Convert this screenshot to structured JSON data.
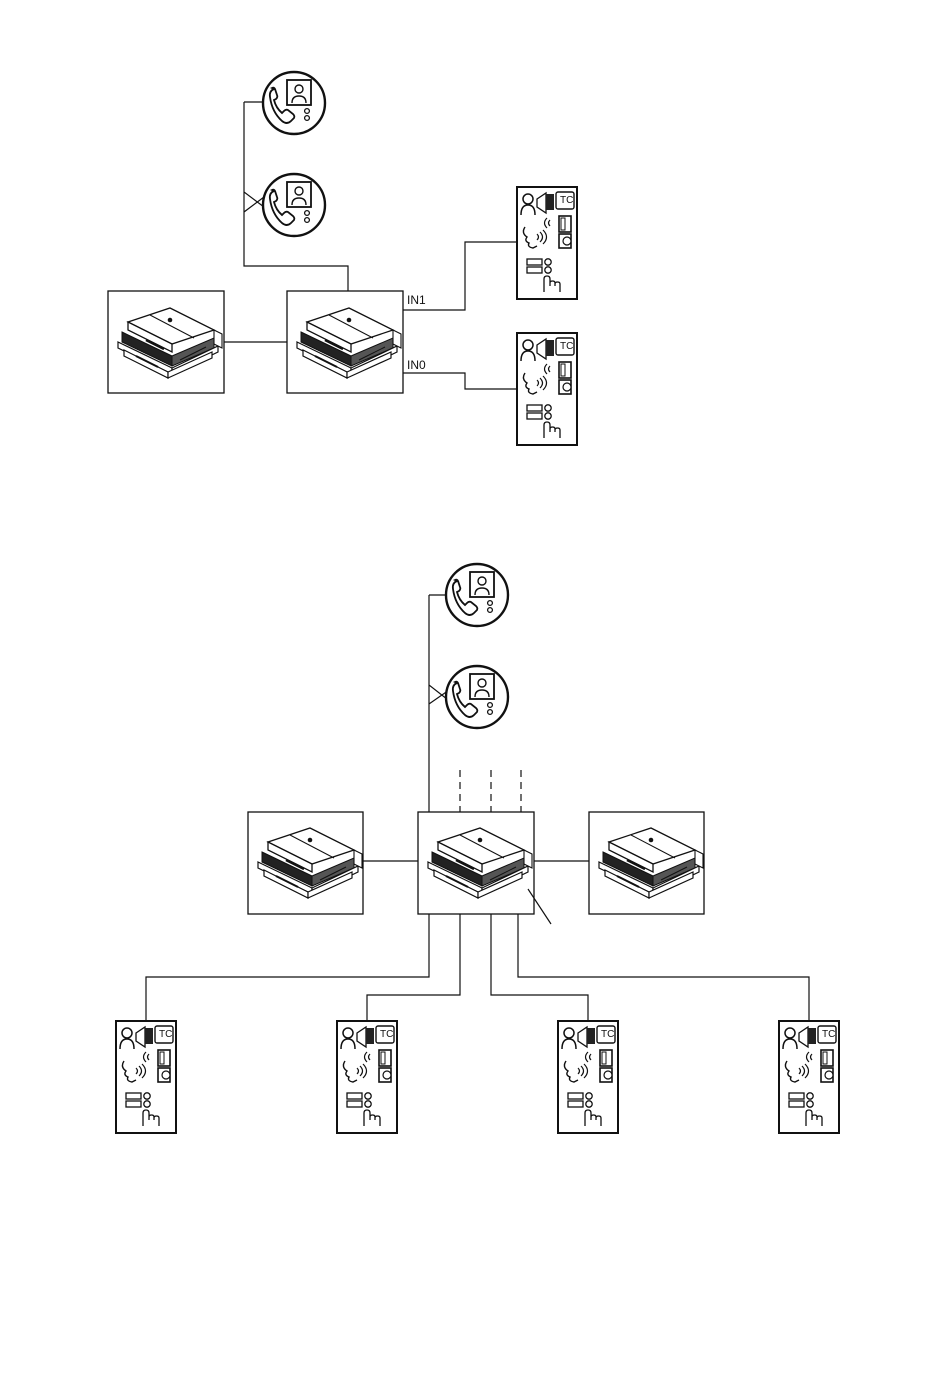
{
  "diagram_top": {
    "ports": {
      "in1": "IN1",
      "in0": "IN0"
    },
    "monitors": [
      "video-monitor",
      "video-monitor"
    ],
    "modules": [
      "din-rail-module",
      "din-rail-module"
    ],
    "entrance_panels": [
      "entrance-panel",
      "entrance-panel"
    ]
  },
  "diagram_bottom": {
    "monitors": [
      "video-monitor",
      "video-monitor"
    ],
    "modules": [
      "din-rail-module",
      "din-rail-module",
      "din-rail-module"
    ],
    "entrance_panels": [
      "entrance-panel",
      "entrance-panel",
      "entrance-panel",
      "entrance-panel"
    ]
  },
  "panel_badge": "TC"
}
